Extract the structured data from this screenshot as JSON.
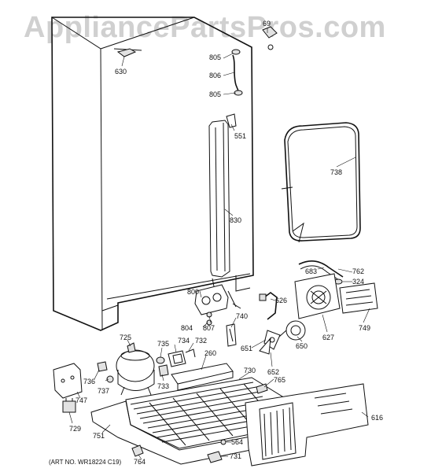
{
  "watermark": "AppliancePartsPros.com",
  "art_number": "(ART NO. WR18224 C19)",
  "parts": {
    "p69": "69",
    "p630": "630",
    "p805a": "805",
    "p806": "806",
    "p805b": "805",
    "p551": "551",
    "p738": "738",
    "p830": "830",
    "p683": "683",
    "p762": "762",
    "p324": "324",
    "p626": "626",
    "p800": "800",
    "p740": "740",
    "p627": "627",
    "p749": "749",
    "p804": "804",
    "p807": "807",
    "p725": "725",
    "p735": "735",
    "p734": "734",
    "p732": "732",
    "p651": "651",
    "p650": "650",
    "p260": "260",
    "p652": "652",
    "p736": "736",
    "p737": "737",
    "p747": "747",
    "p733": "733",
    "p730": "730",
    "p765": "765",
    "p616": "616",
    "p729": "729",
    "p751": "751",
    "p564": "564",
    "p764": "764",
    "p731": "731"
  }
}
